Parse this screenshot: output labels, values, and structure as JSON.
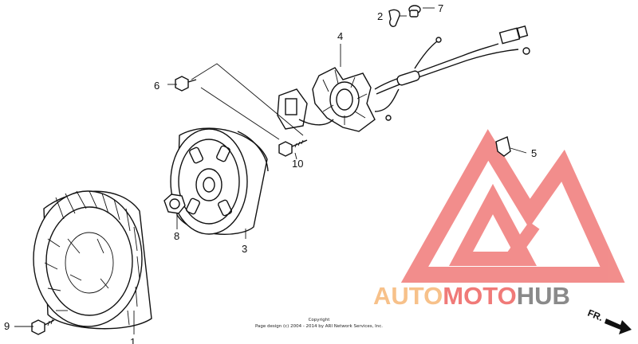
{
  "diagram": {
    "callouts": {
      "c1": "1",
      "c2": "2",
      "c3": "3",
      "c4": "4",
      "c5": "5",
      "c6": "6",
      "c7": "7",
      "c8": "8",
      "c9": "9",
      "c10": "10"
    },
    "copyright_line1": "Copyright",
    "copyright_line2": "Page design (c) 2004 - 2014 by ARI Network Services, Inc.",
    "front_marker": "FR."
  },
  "watermark": {
    "brand_part1": "AUTO",
    "brand_part2": "MOTO",
    "brand_part3": "HUB",
    "colors": {
      "red": "#f07a78",
      "orange": "#f7c18a",
      "gray": "#8a8a8a"
    }
  }
}
